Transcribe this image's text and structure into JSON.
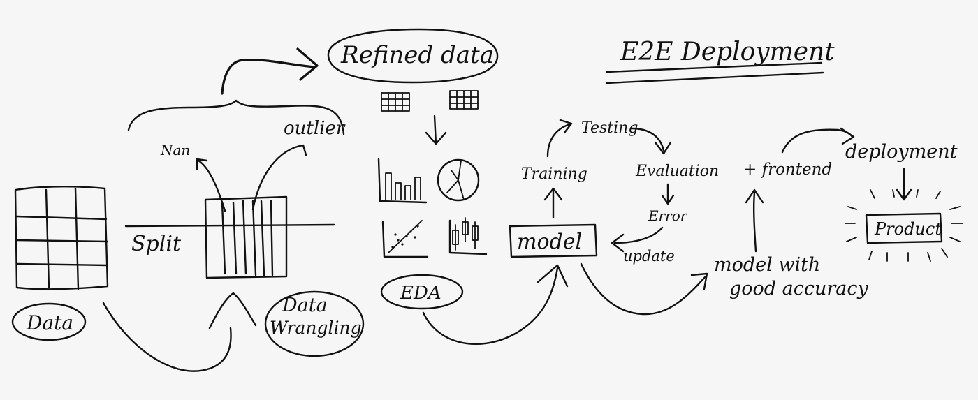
{
  "diagram": {
    "title": "E2E Deployment",
    "labels": {
      "refined_data": "Refined data",
      "outlier": "outlier",
      "nan": "Nan",
      "split": "Split",
      "data": "Data",
      "data_wrangling_line1": "Data",
      "data_wrangling_line2": "Wrangling",
      "eda": "EDA",
      "testing": "Testing",
      "training": "Training",
      "evaluation": "Evaluation",
      "error": "Error",
      "update": "update",
      "model": "model",
      "model_good_line1": "model with",
      "model_good_line2": "good accuracy",
      "frontend": "+ frontend",
      "deployment": "deployment",
      "product": "Product"
    }
  }
}
